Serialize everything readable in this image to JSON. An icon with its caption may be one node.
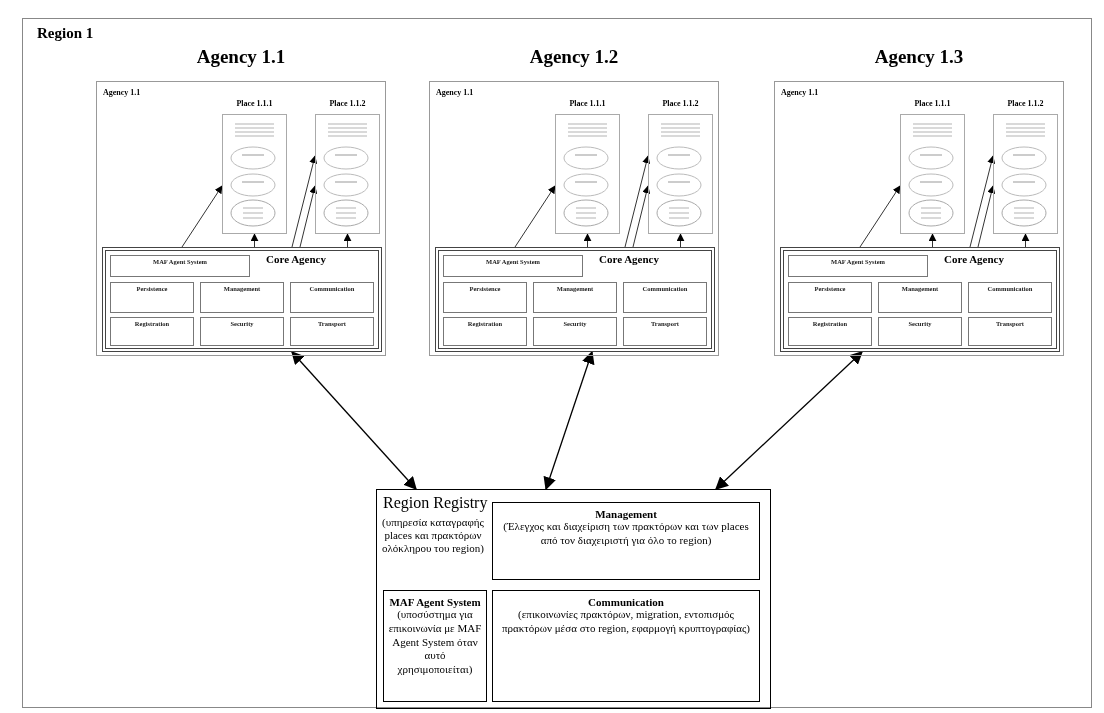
{
  "diagram": {
    "nodes": [
      {
        "text": [
          "Region 1"
        ]
      },
      {
        "text": [
          "Agency 1.1",
          "Agency 1.1"
        ],
        "in": 0
      },
      {
        "text": [
          "Place 1.1.1"
        ],
        "in": 1
      },
      {
        "text": [
          "Place 1.1.2"
        ],
        "in": 1
      },
      {
        "text": [
          "Core Agency"
        ],
        "in": 1
      },
      {
        "text": [
          "MAF Agent System"
        ],
        "in": 4
      },
      {
        "text": [
          "Persistence"
        ],
        "in": 4
      },
      {
        "text": [
          "Management"
        ],
        "in": 4
      },
      {
        "text": [
          "Communication"
        ],
        "in": 4
      },
      {
        "text": [
          "Registration"
        ],
        "in": 4
      },
      {
        "text": [
          "Security"
        ],
        "in": 4
      },
      {
        "text": [
          "Transport"
        ],
        "in": 4
      },
      {
        "text": [
          "Agency 1.2",
          "Agency 1.1"
        ],
        "in": 0
      },
      {
        "text": [
          "Place 1.1.1"
        ],
        "in": 12
      },
      {
        "text": [
          "Place 1.1.2"
        ],
        "in": 12
      },
      {
        "text": [
          "Core Agency"
        ],
        "in": 12
      },
      {
        "text": [
          "MAF Agent System"
        ],
        "in": 15
      },
      {
        "text": [
          "Persistence"
        ],
        "in": 15
      },
      {
        "text": [
          "Management"
        ],
        "in": 15
      },
      {
        "text": [
          "Communication"
        ],
        "in": 15
      },
      {
        "text": [
          "Registration"
        ],
        "in": 15
      },
      {
        "text": [
          "Security"
        ],
        "in": 15
      },
      {
        "text": [
          "Transport"
        ],
        "in": 15
      },
      {
        "text": [
          "Agency 1.3",
          "Agency 1.1"
        ],
        "in": 0
      },
      {
        "text": [
          "Place 1.1.1"
        ],
        "in": 23
      },
      {
        "text": [
          "Place 1.1.2"
        ],
        "in": 23
      },
      {
        "text": [
          "Core Agency"
        ],
        "in": 23
      },
      {
        "text": [
          "MAF Agent System"
        ],
        "in": 26
      },
      {
        "text": [
          "Persistence"
        ],
        "in": 26
      },
      {
        "text": [
          "Management"
        ],
        "in": 26
      },
      {
        "text": [
          "Communication"
        ],
        "in": 26
      },
      {
        "text": [
          "Registration"
        ],
        "in": 26
      },
      {
        "text": [
          "Security"
        ],
        "in": 26
      },
      {
        "text": [
          "Transport"
        ],
        "in": 26
      },
      {
        "text": [
          "Region Registry",
          "(υπηρεσία καταγραφής places και πρακτόρων ολόκληρου του region)"
        ],
        "in": 0
      },
      {
        "text": [
          "Management",
          "(Έλεγχος και διαχείριση των πρακτόρων και των places από τον διαχειριστή για όλο το region)"
        ],
        "in": 34
      },
      {
        "text": [
          "MAF Agent System",
          "(υποσύστημα για επικοινωνία με MAF Agent System όταν αυτό χρησιμοποιείται)"
        ],
        "in": 34
      },
      {
        "text": [
          "Communication",
          "(επικοινωνίες πρακτόρων, migration, εντοπισμός πρακτόρων μέσα στο region, εφαρμογή κρυπτογραφίας)"
        ],
        "in": 34
      }
    ],
    "edges": [
      {
        "from": 4,
        "to": 2,
        "arrow": "to"
      },
      {
        "from": 4,
        "to": 2,
        "arrow": "to"
      },
      {
        "from": 4,
        "to": 3,
        "arrow": "to"
      },
      {
        "from": 4,
        "to": 3,
        "arrow": "to"
      },
      {
        "from": 4,
        "to": 3,
        "arrow": "to"
      },
      {
        "from": 15,
        "to": 13,
        "arrow": "to"
      },
      {
        "from": 15,
        "to": 13,
        "arrow": "to"
      },
      {
        "from": 15,
        "to": 14,
        "arrow": "to"
      },
      {
        "from": 15,
        "to": 14,
        "arrow": "to"
      },
      {
        "from": 15,
        "to": 14,
        "arrow": "to"
      },
      {
        "from": 26,
        "to": 24,
        "arrow": "to"
      },
      {
        "from": 26,
        "to": 24,
        "arrow": "to"
      },
      {
        "from": 26,
        "to": 25,
        "arrow": "to"
      },
      {
        "from": 26,
        "to": 25,
        "arrow": "to"
      },
      {
        "from": 26,
        "to": 25,
        "arrow": "to"
      },
      {
        "from": 4,
        "to": 34,
        "arrow": "both"
      },
      {
        "from": 15,
        "to": 34,
        "arrow": "both"
      },
      {
        "from": 26,
        "to": 34,
        "arrow": "both"
      }
    ]
  }
}
